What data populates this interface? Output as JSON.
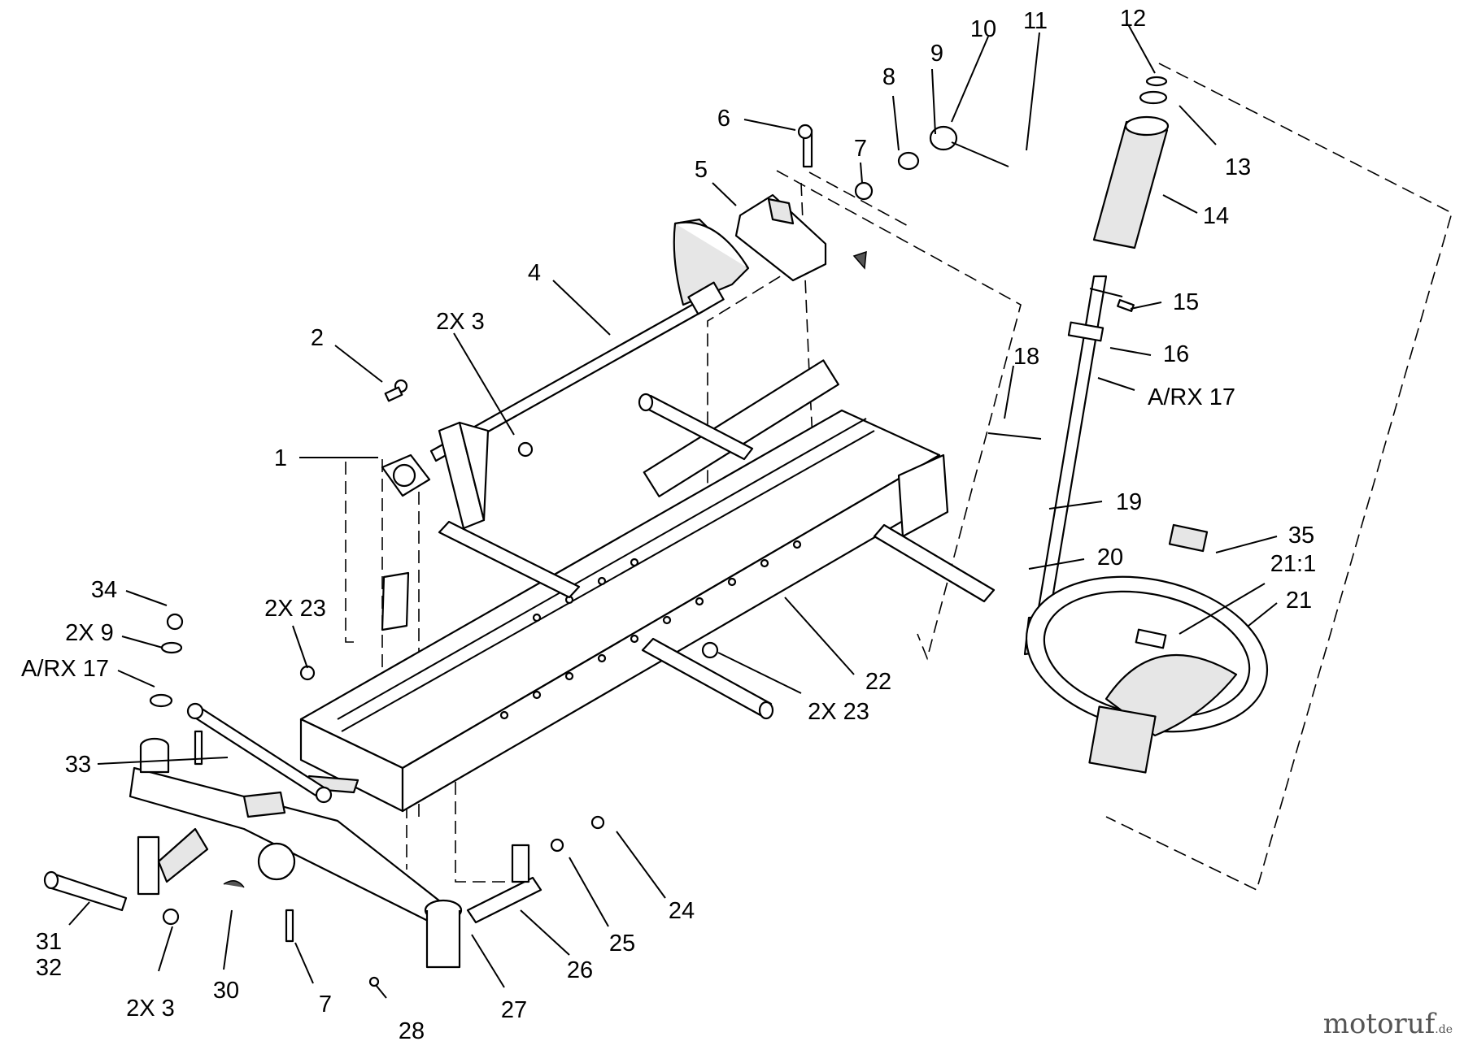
{
  "callouts": [
    "1",
    "2",
    "2X 3",
    "4",
    "5",
    "6",
    "7",
    "8",
    "9",
    "10",
    "11",
    "12",
    "13",
    "14",
    "15",
    "16",
    "A/RX 17",
    "18",
    "19",
    "20",
    "21:1",
    "21",
    "35",
    "22",
    "2X 23",
    "2X 23",
    "34",
    "2X 9",
    "A/RX 17",
    "33",
    "24",
    "25",
    "26",
    "27",
    "28",
    "7",
    "30",
    "2X 3",
    "31",
    "32"
  ],
  "watermark": {
    "brand": "motoruf",
    "tld": ".de"
  },
  "colors": {
    "ink": "#000000",
    "paper": "#ffffff",
    "part_shade": "#e6e6e6",
    "logo": "#555555"
  }
}
